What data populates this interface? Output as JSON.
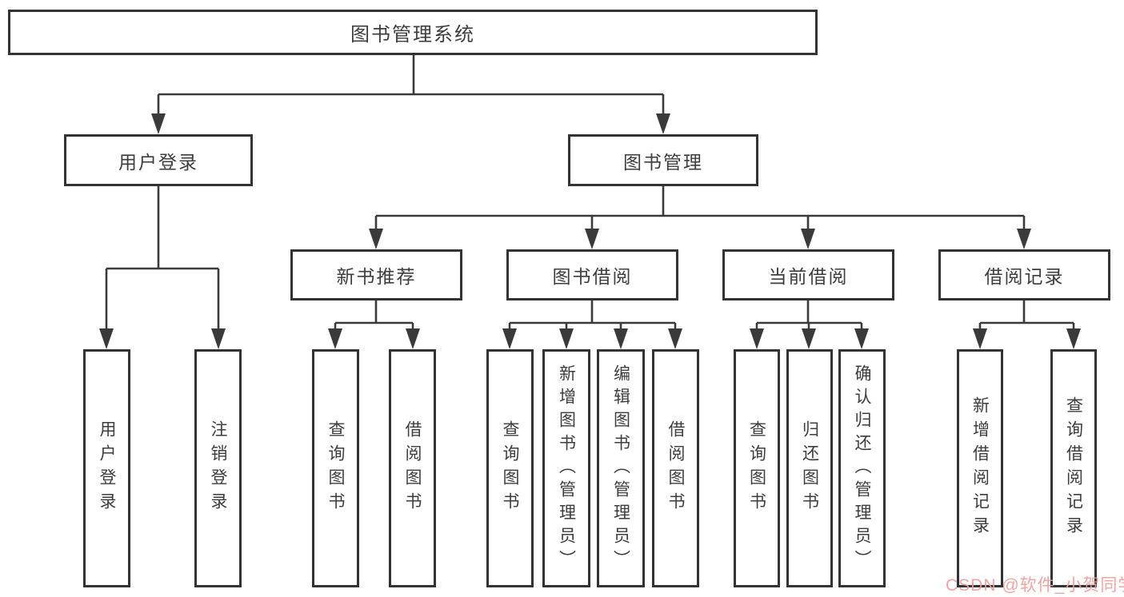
{
  "diagram": {
    "title": "图书管理系统",
    "level2": {
      "user_login": "用户登录",
      "book_mgmt": "图书管理"
    },
    "level3": {
      "new_book": "新书推荐",
      "borrow": "图书借阅",
      "current": "当前借阅",
      "records": "借阅记录"
    },
    "leaves": {
      "user_login": [
        "用户登录",
        "注销登录"
      ],
      "new_book": [
        "查询图书",
        "借阅图书"
      ],
      "borrow": [
        "查询图书",
        "新增图书（管理员）",
        "编辑图书（管理员）",
        "借阅图书"
      ],
      "current": [
        "查询图书",
        "归还图书",
        "确认归还（管理员）"
      ],
      "records": [
        "新增借阅记录",
        "查询借阅记录"
      ]
    }
  },
  "watermark": {
    "text": "CSDN @软件_小贺同学",
    "color": "#f19c9c"
  },
  "colors": {
    "line": "#3a3a3a",
    "border": "#333333",
    "text": "#3d3d3d",
    "background": "#ffffff"
  }
}
